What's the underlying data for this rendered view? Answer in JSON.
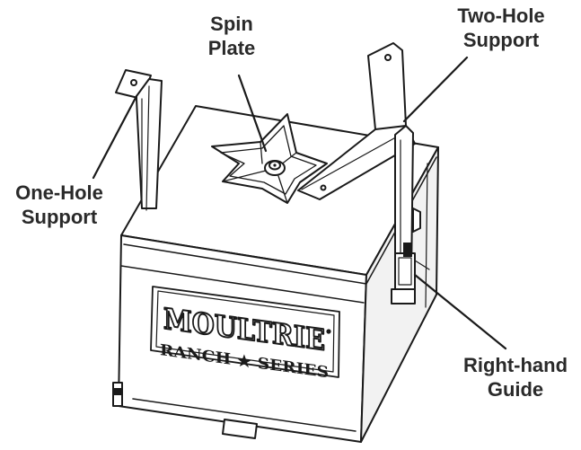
{
  "labels": {
    "spin_plate": [
      "Spin",
      "Plate"
    ],
    "two_hole_support": [
      "Two-Hole",
      "Support"
    ],
    "one_hole_support": [
      "One-Hole",
      "Support"
    ],
    "right_hand_guide": [
      "Right-hand",
      "Guide"
    ]
  },
  "logo": {
    "brand": "MOULTRIE",
    "subline": "RANCH ★ SERIES"
  },
  "colors": {
    "line": "#1a1a1a",
    "label_text": "#2a2a2a",
    "fill": "#ffffff",
    "shade": "#d9d9d9"
  }
}
